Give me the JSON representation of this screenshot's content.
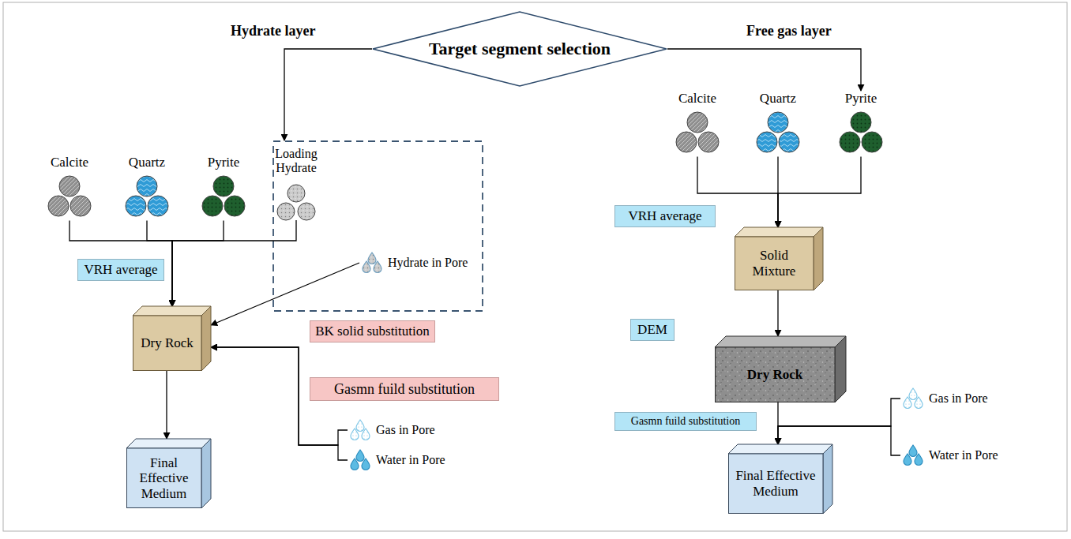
{
  "diagram": {
    "nodes": [
      {
        "text": [
          "Target segment selection"
        ]
      },
      {
        "text": [
          "Calcite"
        ]
      },
      {
        "text": [
          "Quartz"
        ]
      },
      {
        "text": [
          "Pyrite"
        ]
      },
      {
        "text": [
          "Loading Hydrate"
        ]
      },
      {
        "text": [
          "Hydrate in Pore"
        ],
        "in": 4
      },
      {
        "text": [
          "VRH average"
        ]
      },
      {
        "text": [
          "Dry Rock"
        ]
      },
      {
        "text": [
          "BK solid substitution"
        ]
      },
      {
        "text": [
          "Gasmn fuild substitution"
        ]
      },
      {
        "text": [
          "Gas in Pore"
        ]
      },
      {
        "text": [
          "Water in Pore"
        ]
      },
      {
        "text": [
          "Final Effective Medium"
        ]
      },
      {
        "text": [
          "Calcite"
        ]
      },
      {
        "text": [
          "Quartz"
        ]
      },
      {
        "text": [
          "Pyrite"
        ]
      },
      {
        "text": [
          "VRH average"
        ]
      },
      {
        "text": [
          "Solid Mixture"
        ]
      },
      {
        "text": [
          "DEM"
        ]
      },
      {
        "text": [
          "Dry Rock"
        ]
      },
      {
        "text": [
          "Gasmn fuild substitution"
        ]
      },
      {
        "text": [
          "Gas in Pore"
        ]
      },
      {
        "text": [
          "Water in Pore"
        ]
      },
      {
        "text": [
          "Final Effective Medium"
        ]
      }
    ],
    "edges": [
      {
        "from": 0,
        "to": 4,
        "arrow": "to"
      },
      {
        "from": 0,
        "to": 15,
        "arrow": "to"
      },
      {
        "from": 1,
        "to": 7,
        "arrow": "to"
      },
      {
        "from": 2,
        "to": 7,
        "arrow": "to"
      },
      {
        "from": 3,
        "to": 7,
        "arrow": "to"
      },
      {
        "from": 4,
        "to": 7,
        "arrow": "to"
      },
      {
        "from": 5,
        "to": 7,
        "arrow": "to"
      },
      {
        "from": 7,
        "to": 12,
        "arrow": "to"
      },
      {
        "from": 10,
        "to": 7,
        "arrow": "to"
      },
      {
        "from": 11,
        "to": 7,
        "arrow": "to"
      },
      {
        "from": 13,
        "to": 17,
        "arrow": "to"
      },
      {
        "from": 14,
        "to": 17,
        "arrow": "to"
      },
      {
        "from": 15,
        "to": 17,
        "arrow": "to"
      },
      {
        "from": 17,
        "to": 19,
        "arrow": "to"
      },
      {
        "from": 19,
        "to": 23,
        "arrow": "to"
      },
      {
        "from": 21,
        "to": 23,
        "arrow": "to"
      },
      {
        "from": 22,
        "to": 23,
        "arrow": "to"
      }
    ],
    "labels": [
      "Hydrate layer",
      "Free gas layer"
    ]
  }
}
